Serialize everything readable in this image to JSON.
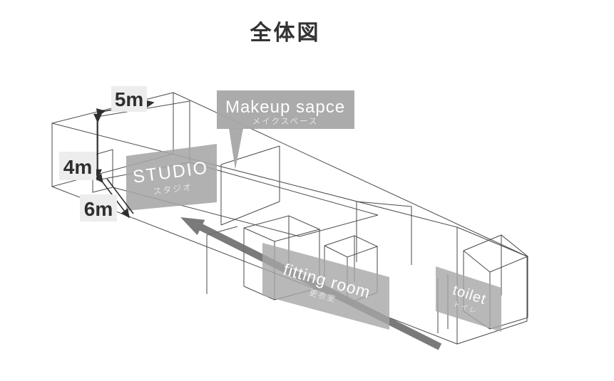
{
  "title": "全体図",
  "dimensions": {
    "width_label": "5m",
    "height_label": "4m",
    "depth_label": "6m"
  },
  "rooms": {
    "makeup": {
      "label": "Makeup sapce",
      "label_jp": "メイクスペース"
    },
    "studio": {
      "label": "STUDIO",
      "label_jp": "スタジオ"
    },
    "fitting": {
      "label": "fitting room",
      "label_jp": "更衣室"
    },
    "toilet": {
      "label": "toilet",
      "label_jp": "トイレ"
    }
  },
  "colors": {
    "line": "#4a4a4a",
    "plate": "#a6a6a6",
    "arrow": "#6f6f6f",
    "title_text": "#333333",
    "dim_text": "#2f2f2f",
    "label_text": "#ffffff",
    "label_subtext": "#e3e3e3",
    "chip_bg": "#ededed"
  }
}
